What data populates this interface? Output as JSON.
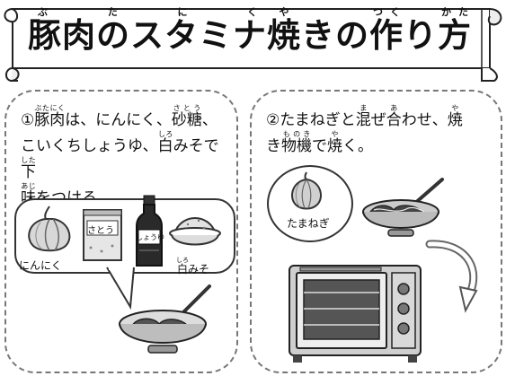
{
  "title": {
    "part1": "豚肉のスタミナ",
    "kanji_yaki": "焼",
    "reading_yaki": "や",
    "part2": "きの",
    "kanji_tsuku": "作",
    "reading_tsuku": "つく",
    "part3": "り",
    "kanji_kata": "方",
    "reading_kata": "かた",
    "reading_buta": "ぶたにく"
  },
  "step1": {
    "num": "①",
    "kanji_butaniku": "豚肉",
    "reading_butaniku": "ぶたにく",
    "t1": "は、にんにく、",
    "kanji_satou": "砂糖",
    "reading_satou": "さとう",
    "t2": "、",
    "t3": "こいくちしょうゆ、",
    "kanji_shiro": "白",
    "reading_shiro": "しろ",
    "t4": "みそで",
    "kanji_shita": "下",
    "reading_shita": "した",
    "kanji_aji": "味",
    "reading_aji": "あじ",
    "t5": "をつける。",
    "labels": {
      "garlic": "にんにく",
      "sugar_pack": "さとう",
      "soy_bottle": "しょうゆ",
      "miso_kanji": "白",
      "miso_reading": "しろ",
      "miso_rest": "みそ"
    }
  },
  "step2": {
    "num": "②",
    "t1": "たまねぎと",
    "kanji_ma": "混",
    "reading_ma": "ま",
    "t2": "ぜ",
    "kanji_a": "合",
    "reading_a": "あ",
    "t3": "わせ、",
    "kanji_ya": "焼",
    "reading_ya": "や",
    "t4": "き",
    "kanji_monoki": "物機",
    "reading_monoki": "ものき",
    "t5": "で",
    "kanji_ya2": "焼",
    "reading_ya2": "や",
    "t6": "く。",
    "labels": {
      "onion": "たまねぎ"
    }
  },
  "colors": {
    "ink": "#111111",
    "panel_border": "#777777",
    "paper": "#ffffff"
  }
}
